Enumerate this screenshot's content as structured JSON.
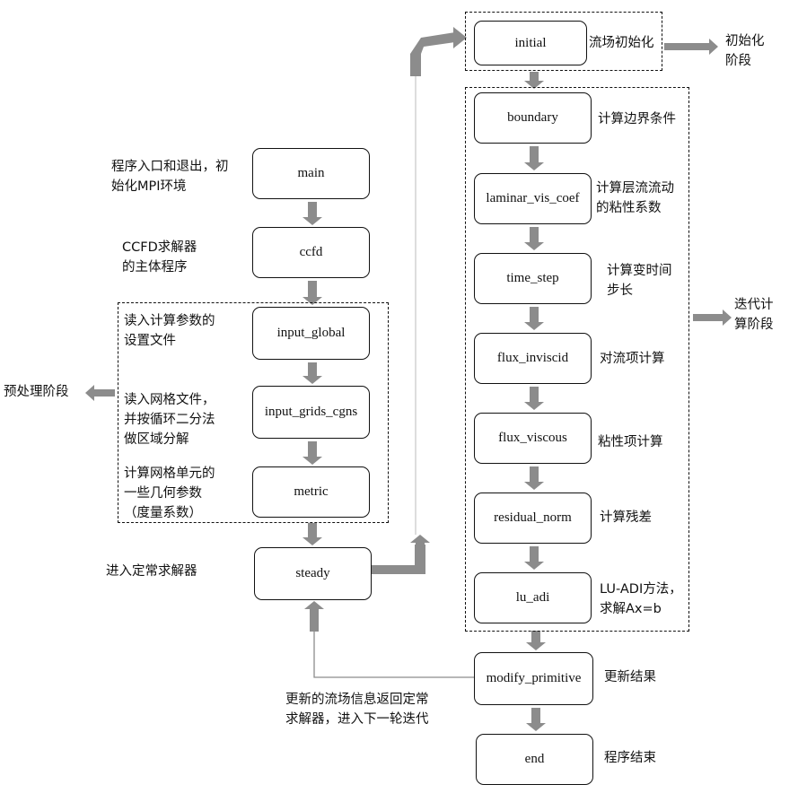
{
  "nodes": {
    "initial": "initial",
    "boundary": "boundary",
    "laminar": "laminar_vis_coef",
    "time_step": "time_step",
    "flux_inviscid": "flux_inviscid",
    "flux_viscous": "flux_viscous",
    "residual_norm": "residual_norm",
    "lu_adi": "lu_adi",
    "modify_primitive": "modify_primitive",
    "end": "end",
    "main": "main",
    "ccfd": "ccfd",
    "input_global": "input_global",
    "input_grids_cgns": "input_grids_cgns",
    "metric": "metric",
    "steady": "steady"
  },
  "notes": {
    "main": "程序入口和退出，初\n始化MPI环境",
    "ccfd": "CCFD求解器\n的主体程序",
    "input_global": "读入计算参数的\n设置文件",
    "input_grids": "读入网格文件，\n并按循环二分法\n做区域分解",
    "metric": "计算网格单元的\n一些几何参数\n（度量系数）",
    "steady": "进入定常求解器",
    "initial": "流场初始化",
    "boundary": "计算边界条件",
    "laminar": "计算层流流动\n的粘性系数",
    "time_step": "计算变时间\n步长",
    "flux_inviscid": "对流项计算",
    "flux_viscous": "粘性项计算",
    "residual_norm": "计算残差",
    "lu_adi": "LU-ADI方法，\n求解Ax=b",
    "modify_primitive": "更新结果",
    "end": "程序结束",
    "feedback": "更新的流场信息返回定常\n求解器，进入下一轮迭代"
  },
  "stages": {
    "init": "初始化\n阶段",
    "iterate": "迭代计\n算阶段",
    "pre": "预处理阶段"
  },
  "colors": {
    "arrow": "#8c8c8c",
    "line": "#111111"
  }
}
